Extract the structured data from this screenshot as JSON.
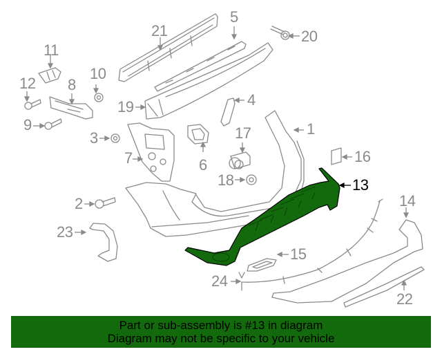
{
  "diagram": {
    "highlighted_part": "13",
    "highlight_color": "#136a0c",
    "line_color": "#8a8a8a",
    "callouts": [
      {
        "id": "1",
        "label": "1"
      },
      {
        "id": "2",
        "label": "2"
      },
      {
        "id": "3",
        "label": "3"
      },
      {
        "id": "4",
        "label": "4"
      },
      {
        "id": "5",
        "label": "5"
      },
      {
        "id": "6",
        "label": "6"
      },
      {
        "id": "7",
        "label": "7"
      },
      {
        "id": "8",
        "label": "8"
      },
      {
        "id": "9",
        "label": "9"
      },
      {
        "id": "10",
        "label": "10"
      },
      {
        "id": "11",
        "label": "11"
      },
      {
        "id": "12",
        "label": "12"
      },
      {
        "id": "13",
        "label": "13"
      },
      {
        "id": "14",
        "label": "14"
      },
      {
        "id": "15",
        "label": "15"
      },
      {
        "id": "16",
        "label": "16"
      },
      {
        "id": "17",
        "label": "17"
      },
      {
        "id": "18",
        "label": "18"
      },
      {
        "id": "19",
        "label": "19"
      },
      {
        "id": "20",
        "label": "20"
      },
      {
        "id": "21",
        "label": "21"
      },
      {
        "id": "22",
        "label": "22"
      },
      {
        "id": "23",
        "label": "23"
      },
      {
        "id": "24",
        "label": "24"
      }
    ]
  },
  "banner": {
    "line1": "Part or sub-assembly is #13 in diagram",
    "line2": "Diagram may not be specific to your vehicle",
    "background": "#136a0c"
  }
}
